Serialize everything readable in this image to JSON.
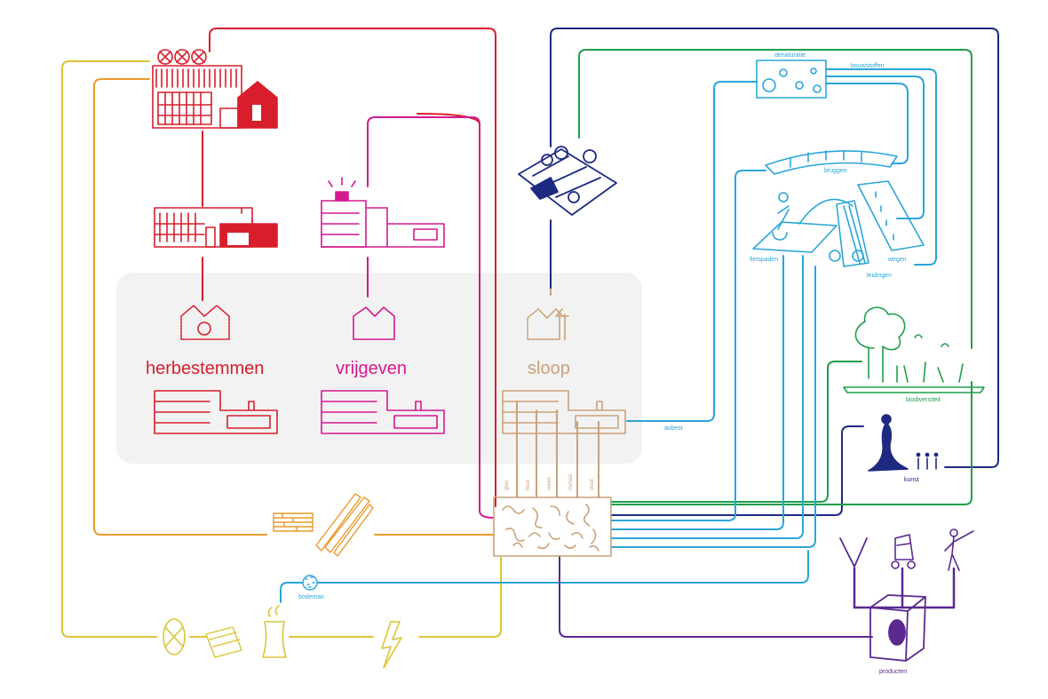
{
  "categories": {
    "herbestemmen": "herbestemmen",
    "vrijgeven": "vrijgeven",
    "sloop": "sloop"
  },
  "labels": {
    "denaturatie": "denaturatie",
    "bouwstoffen": "bouwstoffen",
    "bruggen": "bruggen",
    "fietspaden": "fietspaden",
    "leidingen": "leidingen",
    "wegen": "wegen",
    "biodiversiteit": "biodiversiteit",
    "kunst": "kunst",
    "producten": "producten",
    "asbest": "asbest",
    "bodemas": "bodemas"
  },
  "materials": [
    "glas",
    "hout",
    "steen",
    "metaal",
    "staal"
  ],
  "colors": {
    "red": "#d81e2c",
    "magenta": "#d4198f",
    "tan": "#c9a27a",
    "orange": "#e89a2c",
    "yellow": "#d8c536",
    "navy": "#1e2a80",
    "green": "#1f9e4a",
    "cyan": "#2aa6d8",
    "purple": "#5a2a90",
    "panel": "#f2f2f2"
  }
}
